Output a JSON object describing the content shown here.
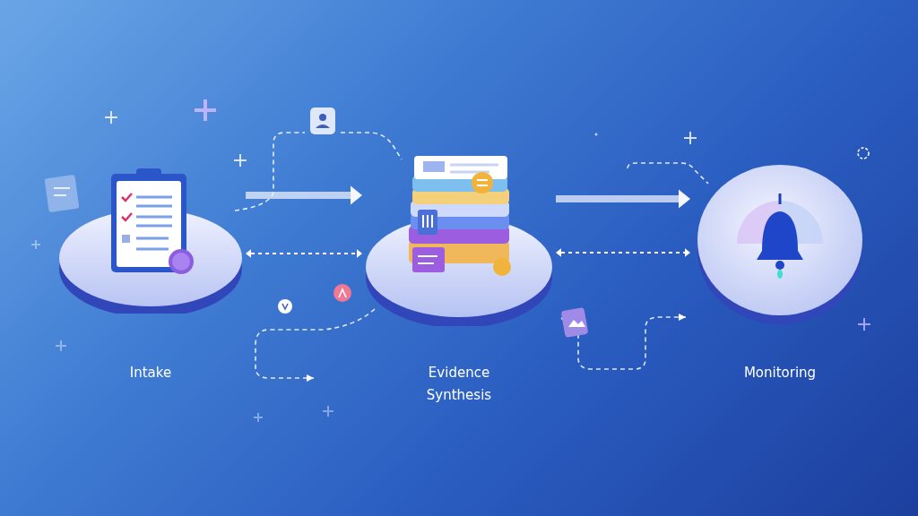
{
  "diagram": {
    "nodes": [
      {
        "text": [
          "Intake"
        ]
      },
      {
        "text": [
          "Evidence Synthesis"
        ]
      },
      {
        "text": [
          "Monitoring"
        ]
      }
    ],
    "edges": [
      {
        "from": 0,
        "to": 1,
        "arrow": "to"
      },
      {
        "from": 0,
        "to": 1,
        "arrow": "both"
      },
      {
        "from": 1,
        "to": 2,
        "arrow": "to"
      },
      {
        "from": 1,
        "to": 2,
        "arrow": "both"
      }
    ]
  }
}
